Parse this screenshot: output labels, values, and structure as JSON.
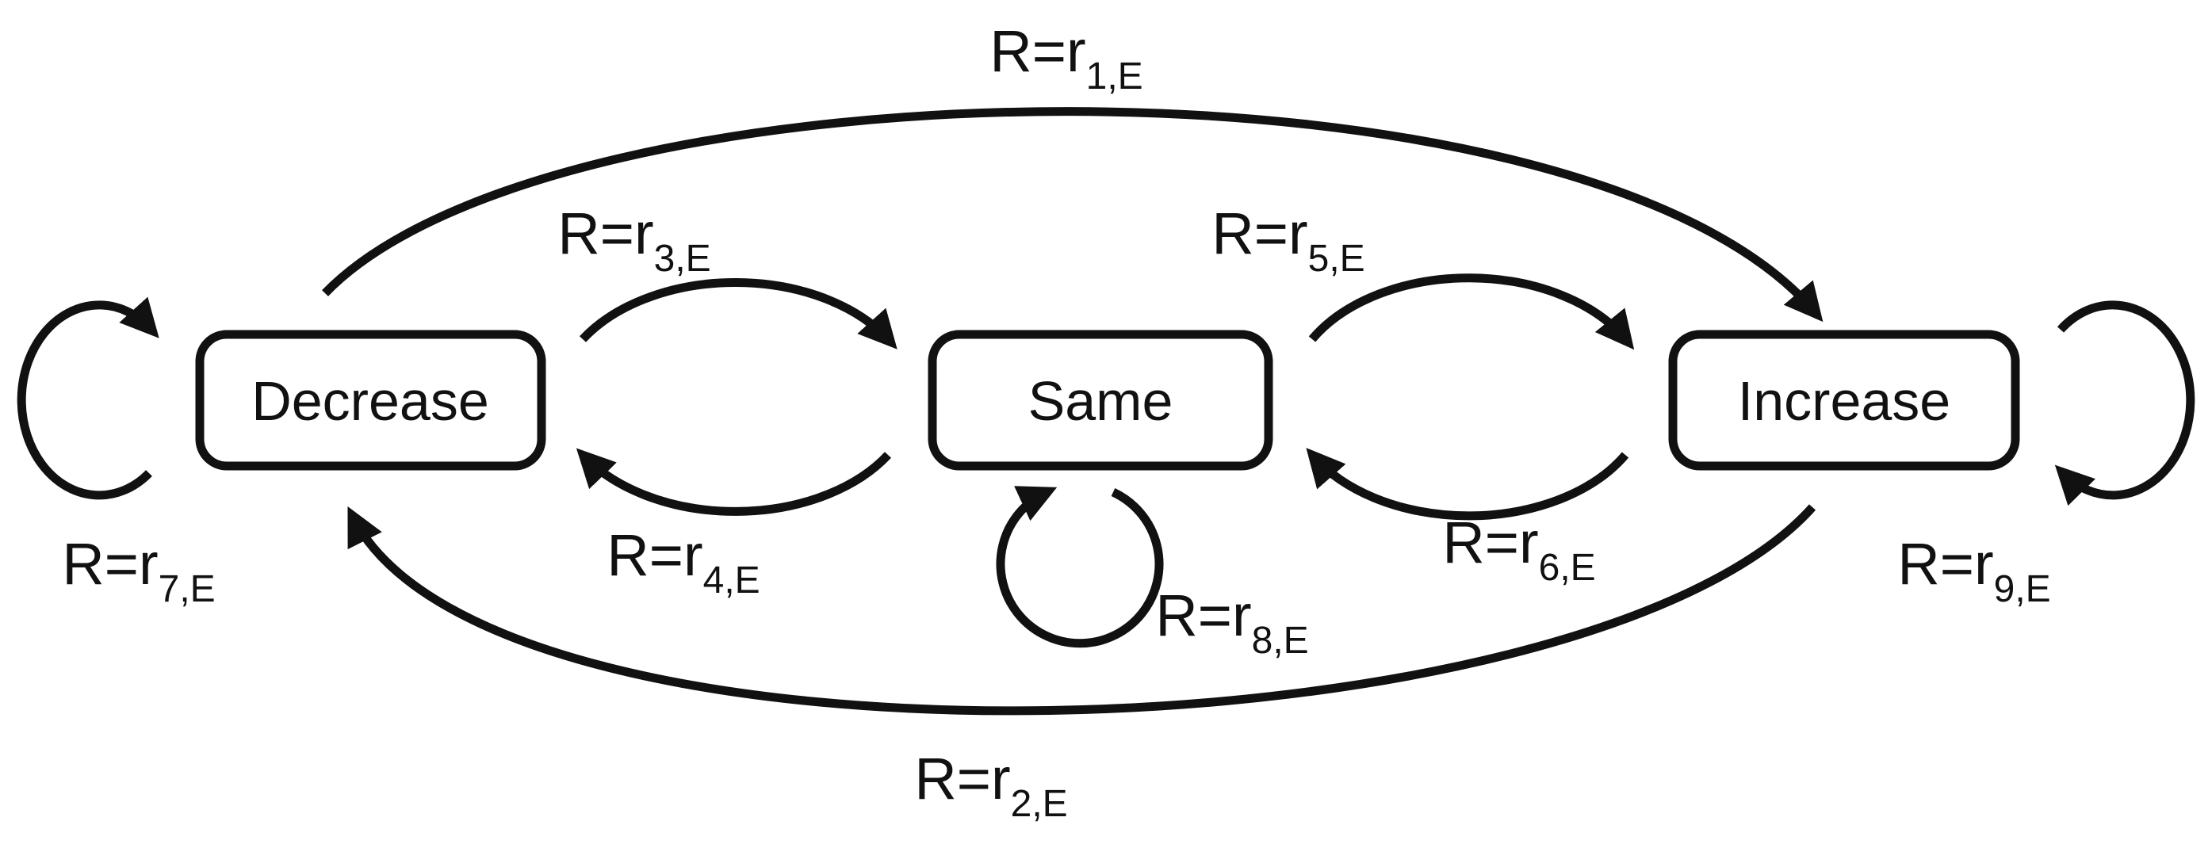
{
  "figure": {
    "type": "state-transition-diagram",
    "background_color": "#ffffff",
    "stroke_color": "#111111",
    "states": [
      {
        "id": "decrease",
        "label": "Decrease"
      },
      {
        "id": "same",
        "label": "Same"
      },
      {
        "id": "increase",
        "label": "Increase"
      }
    ],
    "transitions": [
      {
        "id": "r1",
        "from": "Decrease",
        "to": "Increase",
        "shape": "large-top-arc",
        "label_prefix": "R=r",
        "label_sub": "1,E"
      },
      {
        "id": "r2",
        "from": "Increase",
        "to": "Decrease",
        "shape": "large-bottom-arc",
        "label_prefix": "R=r",
        "label_sub": "2,E"
      },
      {
        "id": "r3",
        "from": "Decrease",
        "to": "Same",
        "shape": "upper-arc",
        "label_prefix": "R=r",
        "label_sub": "3,E"
      },
      {
        "id": "r4",
        "from": "Same",
        "to": "Decrease",
        "shape": "lower-arc",
        "label_prefix": "R=r",
        "label_sub": "4,E"
      },
      {
        "id": "r5",
        "from": "Same",
        "to": "Increase",
        "shape": "upper-arc",
        "label_prefix": "R=r",
        "label_sub": "5,E"
      },
      {
        "id": "r6",
        "from": "Increase",
        "to": "Same",
        "shape": "lower-arc",
        "label_prefix": "R=r",
        "label_sub": "6,E"
      },
      {
        "id": "r7",
        "from": "Decrease",
        "to": "Decrease",
        "shape": "self-loop-left",
        "label_prefix": "R=r",
        "label_sub": "7,E"
      },
      {
        "id": "r8",
        "from": "Same",
        "to": "Same",
        "shape": "self-loop-bottom",
        "label_prefix": "R=r",
        "label_sub": "8,E"
      },
      {
        "id": "r9",
        "from": "Increase",
        "to": "Increase",
        "shape": "self-loop-right",
        "label_prefix": "R=r",
        "label_sub": "9,E"
      }
    ]
  }
}
